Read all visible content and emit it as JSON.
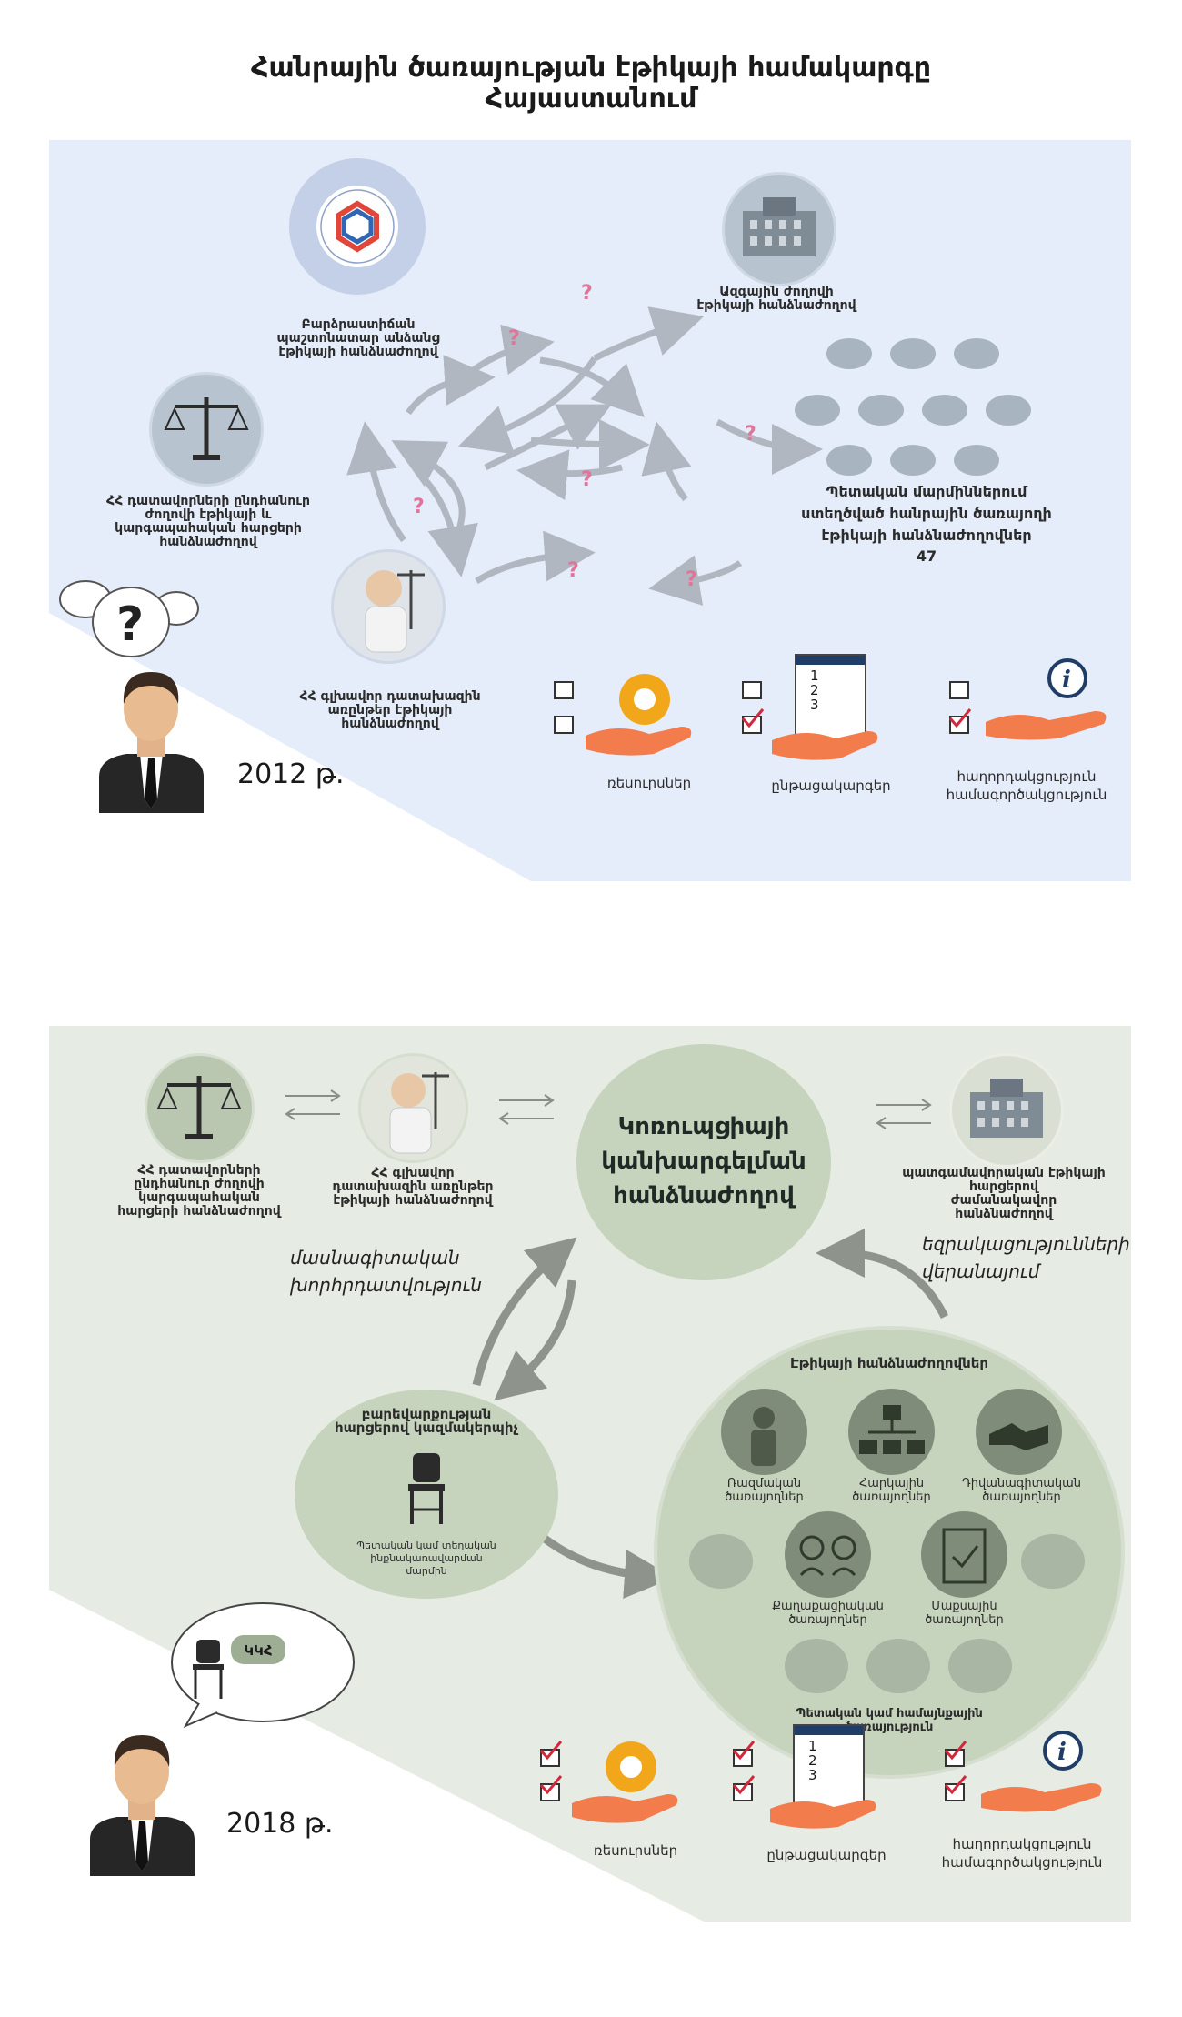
{
  "title": {
    "line1": "Հանրային ծառայության էթիկայի համակարգը",
    "line2": "Հայաստանում"
  },
  "panel_2012": {
    "year": "2012 թ.",
    "nodes": {
      "top_official": "Բարձրաստիճան\nպաշտոնատար անձանց\nէթիկայի հանձնաժողով",
      "national_assembly": "Ազգային ժողովի\nէթիկայի հանձնաժողով",
      "judges_general": "ՀՀ դատավորների ընդհանուր\nժողովի էթիկայի և\nկարգապահական հարցերի\nհանձնաժողով",
      "prosecutor": "ՀՀ գլխավոր դատախազին\nառընթեր էթիկայի\nհանձնաժողով",
      "state_bodies": "Պետական մարմիններում\nստեղծված հանրային ծառայողի\nէթիկայի հանձնաժողովներ",
      "state_bodies_count": "47"
    },
    "bottom": {
      "resources": "ռեսուրսներ",
      "procedures": "ընթացակարգեր",
      "coordination": "հաղորդակցություն\nհամագործակցություն",
      "checklist_numbers": "1\n2\n3"
    }
  },
  "panel_2018": {
    "year": "2018 թ.",
    "kkh": "ԿԿՀ",
    "center": "Կոռուպցիայի\nկանխարգելման\nհանձնաժողով",
    "judges_general": "ՀՀ դատավորների\nընդհանուր ժողովի\nկարգապահական\nհարցերի հանձնաժողով",
    "prosecutor": "ՀՀ գլխավոր\nդատախազին առընթեր\nէթիկայի հանձնաժողով",
    "national_assembly": "պատգամավորական էթիկայի\nհարցերով\nժամանակավոր\nհանձնաժողով",
    "professional_advice": "մասնագիտական\nխորհրդատվություն",
    "report_review": "եզրակացությունների\nվերանայում",
    "coordinator_title": "բարեվարքության\nհարցերով կազմակերպիչ",
    "coordinator_sub": "Պետական կամ տեղական ինքնակառավարման\nմարմին",
    "ethics_committees": "Էթիկայի հանձնաժողովներ",
    "services": {
      "military": "Ռազմական\nծառայողներ",
      "tax": "Հարկային\nծառայողներ",
      "diplomatic": "Դիվանագիտական\nծառայողներ",
      "civil": "Քաղաքացիական\nծառայողներ",
      "customs": "Մաքսային\nծառայողներ"
    },
    "public_service": "Պետական կամ համայնքային\nծառայություն",
    "bottom": {
      "resources": "ռեսուրսներ",
      "procedures": "ընթացակարգեր",
      "coordination": "հաղորդակցություն\nհամագործակցություն",
      "checklist_numbers": "1\n2\n3"
    }
  },
  "colors": {
    "panel_2012_bg": "#e5ecfa",
    "panel_2018_bg": "#e6ece3",
    "circle_green": "#c8d5bd",
    "arrow_grey": "#a8aeb6",
    "question_pink": "#e0759a",
    "check_red": "#d3283c",
    "gear_orange": "#f2a71b",
    "hand_orange": "#f37c4d",
    "suit_dark": "#262626",
    "info_navy": "#1f3d66"
  },
  "icons": [
    "scales-icon",
    "building-icon",
    "judge-icon",
    "logo-icon",
    "person-icon",
    "speech-bubble-icon",
    "question-icon",
    "gear-icon",
    "hand-icon",
    "checklist-icon",
    "info-icon",
    "checkbox-icon",
    "chair-icon",
    "soldier-icon",
    "org-chart-icon",
    "handshake-icon",
    "people-exchange-icon",
    "clipboard-check-icon"
  ]
}
